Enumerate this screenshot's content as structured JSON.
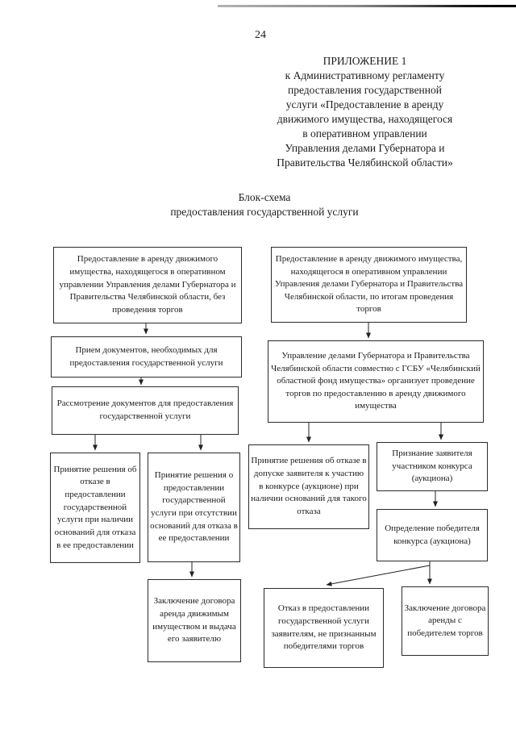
{
  "page": {
    "number": "24",
    "header_lines": [
      "ПРИЛОЖЕНИЕ 1",
      "к Административному регламенту",
      "предоставления государственной",
      "услуги «Предоставление в аренду",
      "движимого имущества, находящегося",
      "в оперативном управлении",
      "Управления делами Губернатора и",
      "Правительства Челябинской области»"
    ],
    "title_lines": [
      "Блок-схема",
      "предоставления государственной услуги"
    ]
  },
  "colors": {
    "ink": "#1c1c1c",
    "box_border": "#2b2b2b",
    "background": "#ffffff"
  },
  "flowchart": {
    "nodes": {
      "no_auction_start": "Предоставление в аренду движимого имущества, находящегося в оперативном управлении Управления делами Губернатора и Правительства Челябинской области, без проведения торгов",
      "docs_reception": "Прием документов, необходимых для предоставления государственной услуги",
      "docs_review": "Рассмотрение документов для предоставления государственной услуги",
      "refusal_decision": "Принятие решения об отказе в предоставлении государственной услуги при наличии оснований для отказа в ее предоставлении",
      "grant_decision": "Принятие решения о предоставлении государственной услуги при отсутствии оснований для отказа в ее предоставлении",
      "contract_no_auction": "Заключение договора аренда движимым имуществом и выдача его заявителю",
      "auction_start": "Предоставление в аренду движимого имущества, находящегося в оперативном управлении Управления делами Губернатора и Правительства Челябинской области, по итогам проведения торгов",
      "auction_organization": "Управление делами Губернатора и Правительства Челябинской области совместно с ГСБУ «Челябинский областной фонд имущества» организует проведение торгов по предоставлению в аренду движимого имущества",
      "admission_refusal": "Принятие решения об отказе в допуске заявителя к участию в конкурсе (аукционе) при наличии оснований для такого отказа",
      "participant_recognition": "Признание заявителя участником конкурса (аукциона)",
      "winner_determination": "Определение победителя конкурса (аукциона)",
      "service_refusal_losers": "Отказ в предоставлении государственной услуги заявителям, не признанным победителями торгов",
      "contract_winner": "Заключение договора аренды с победителем торгов"
    }
  }
}
